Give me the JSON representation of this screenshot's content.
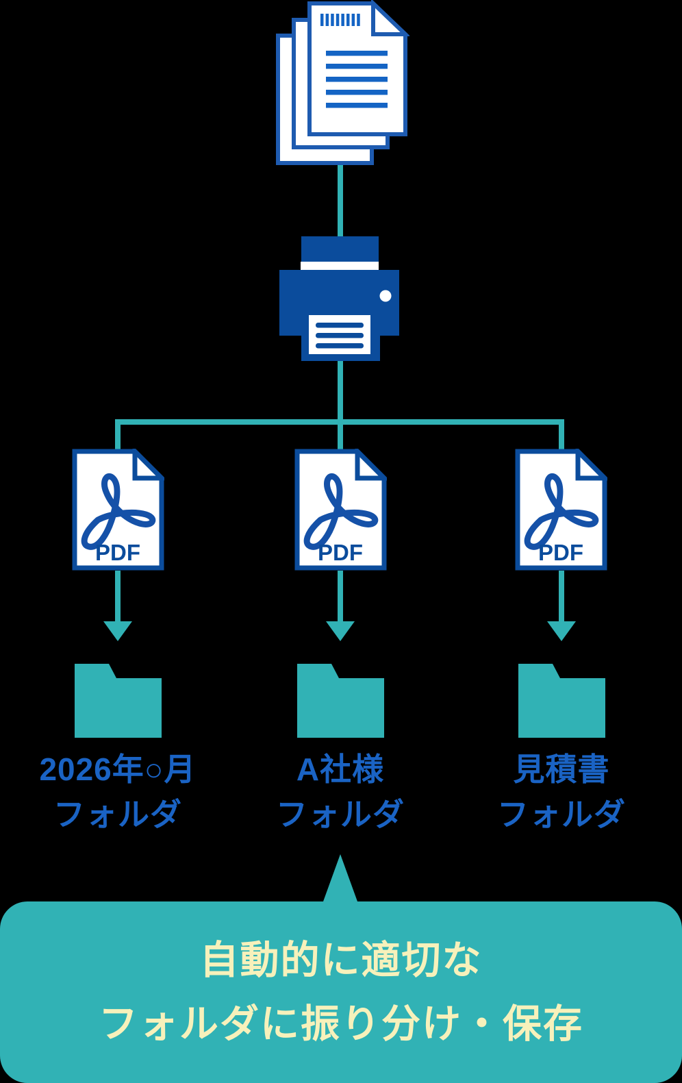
{
  "diagram": {
    "title": "document-auto-filing-flow",
    "colors": {
      "background": "#000000",
      "teal": "#31B2B5",
      "navy": "#0B4C9C",
      "doc_outline_blue": "#1E5BB0",
      "text_line_blue": "#1464C4",
      "swirl_blue": "#1551A8",
      "label_blue": "#1A63C4",
      "cream": "#F7F1BB",
      "white": "#FFFFFF"
    },
    "icons": {
      "source": "document-stack-icon",
      "device": "printer-icon",
      "file": "pdf-file-icon",
      "arrow": "arrow-down-icon",
      "folder": "folder-icon"
    },
    "pdf_label": "PDF",
    "columns": [
      {
        "id": "left",
        "label_line1": "2026年○月",
        "label_line2": "フォルダ"
      },
      {
        "id": "middle",
        "label_line1": "A社様",
        "label_line2": "フォルダ"
      },
      {
        "id": "right",
        "label_line1": "見積書",
        "label_line2": "フォルダ"
      }
    ],
    "callout": {
      "line1": "自動的に適切な",
      "line2": "フォルダに振り分け・保存"
    }
  }
}
